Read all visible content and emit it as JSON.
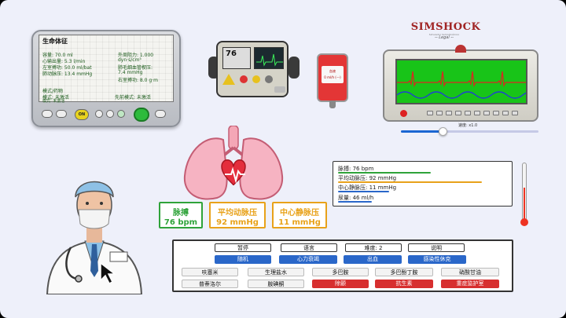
{
  "vitals_monitor": {
    "title": "生命体征",
    "col1": [
      "容量: 70.0 ml",
      "心输出量: 5.3 l/min",
      "左室搏功: 50.0 ml/bat",
      "肺动脉压: 13.4 mmHg"
    ],
    "col2": [
      "外周阻力: 1.000",
      "dyn·s/cm⁵",
      "肺毛细血管楔压:",
      "7.4 mmHg",
      "右室搏功: 8.0 g·m"
    ],
    "mode_label": "模式/药物",
    "mode1": "模式: 未激活",
    "mode2": "模式: 未激活",
    "prev_mode": "先前模式: 未激活",
    "on_label": "ON"
  },
  "defibrillator": {
    "display": "76"
  },
  "iv_bag": {
    "label": "血液",
    "rate": "0 ml/h (---)"
  },
  "brand": {
    "name": "SIMSHOCK",
    "tagline": "Simulador hemodinámico",
    "legal": "-- Legal --"
  },
  "ecg": {
    "speed_label": "速度: x1.0",
    "speed": 1.0
  },
  "vital_cards": [
    {
      "label": "脉搏",
      "value": "76 bpm",
      "color": "#2fa33a"
    },
    {
      "label": "平均动脉压",
      "value": "92 mmHg",
      "color": "#e8a21a"
    },
    {
      "label": "中心静脉压",
      "value": "11 mmHg",
      "color": "#e8a21a"
    }
  ],
  "stats": [
    {
      "text": "脉搏: 76 bpm",
      "color": "#2fa33a",
      "fill": 0.55
    },
    {
      "text": "平均动脉压: 92 mmHg",
      "color": "#e8a21a",
      "fill": 0.85
    },
    {
      "text": "中心静脉压: 11 mmHg",
      "color": "#2a67c9",
      "fill": 0.3
    },
    {
      "text": "尿量: 46 ml/h",
      "color": "#2a67c9",
      "fill": 0.2
    }
  ],
  "panel": {
    "row1": [
      "暂停",
      "语言",
      "难度: 2",
      "说明"
    ],
    "row2": [
      "随机",
      "心力衰竭",
      "出血",
      "感染性休克"
    ],
    "row3": [
      "呋塞米",
      "生理盐水",
      "多巴胺",
      "多巴酚丁胺",
      "硝酸甘油"
    ],
    "row4": [
      "普萘洛尔",
      "胺碘酮",
      "除颤",
      "抗生素",
      "重症监护室"
    ]
  }
}
